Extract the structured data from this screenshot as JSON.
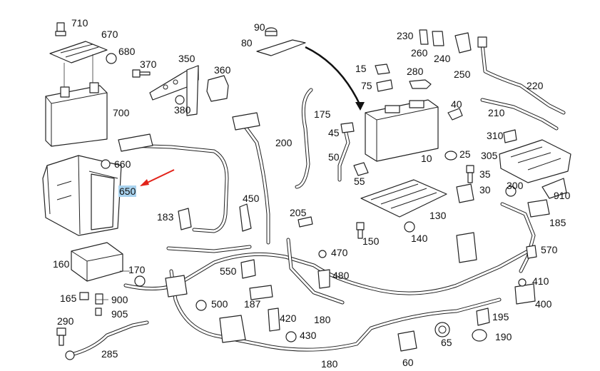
{
  "diagram": {
    "highlight_color": "#a9d3ef",
    "arrow_color": "#e2231a",
    "highlighted_part": "650",
    "labels": {
      "l710": "710",
      "l670": "670",
      "l680": "680",
      "l370": "370",
      "l350": "350",
      "l360": "360",
      "l380": "380",
      "l700": "700",
      "l660": "660",
      "l650": "650",
      "l90": "90",
      "l80": "80",
      "l230": "230",
      "l260": "260",
      "l240": "240",
      "l250": "250",
      "l15": "15",
      "l280": "280",
      "l75": "75",
      "l220": "220",
      "l40": "40",
      "l210": "210",
      "l175": "175",
      "l45": "45",
      "l200": "200",
      "l50": "50",
      "l10": "10",
      "l310": "310",
      "l25": "25",
      "l305": "305",
      "l55": "55",
      "l35": "35",
      "l30": "30",
      "l300": "300",
      "l910": "910",
      "l450": "450",
      "l183": "183",
      "l205": "205",
      "l130": "130",
      "l185": "185",
      "l150": "150",
      "l140": "140",
      "l570": "570",
      "l160": "160",
      "l170": "170",
      "l550": "550",
      "l470": "470",
      "l480": "480",
      "l410": "410",
      "l165": "165",
      "l900": "900",
      "l905": "905",
      "l400": "400",
      "l500": "500",
      "l187": "187",
      "l420": "420",
      "l180a": "180",
      "l195": "195",
      "l290": "290",
      "l430": "430",
      "l190": "190",
      "l285": "285",
      "l65": "65",
      "l180b": "180",
      "l60": "60"
    }
  }
}
